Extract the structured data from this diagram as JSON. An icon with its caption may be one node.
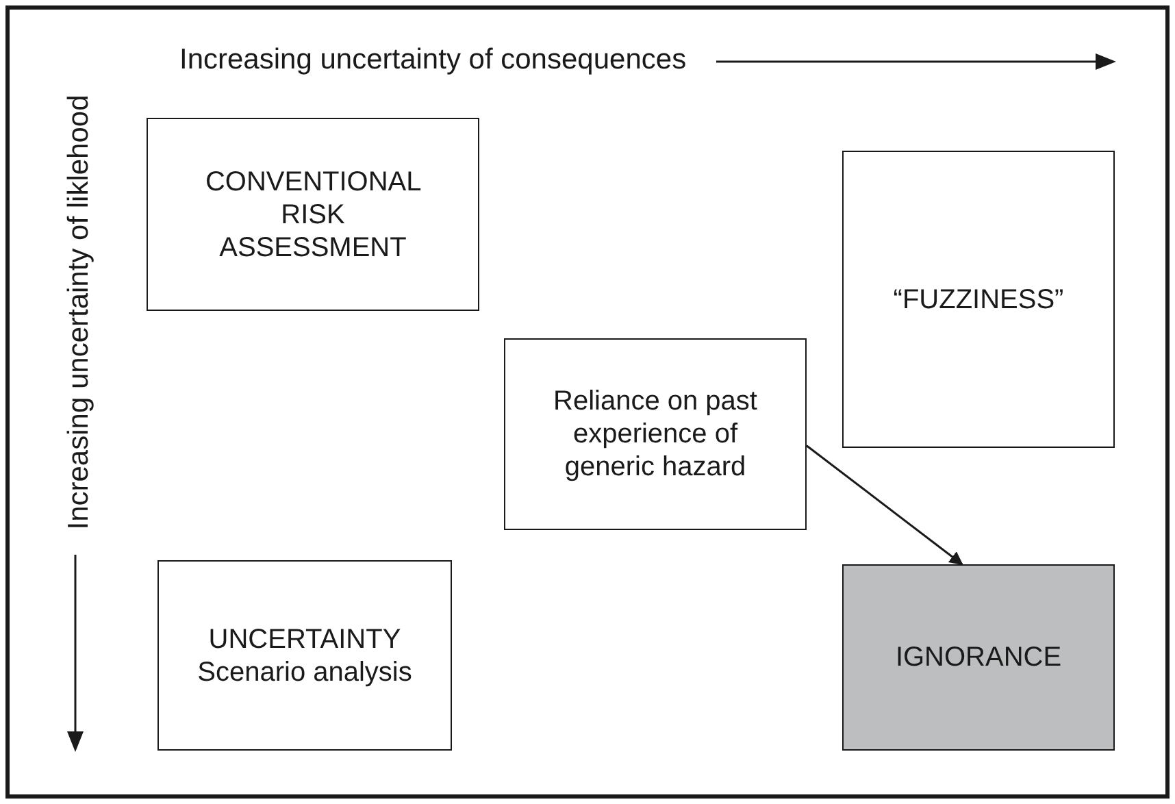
{
  "diagram": {
    "nodes": [
      {
        "text": [
          "CONVENTIONAL RISK ASSESSMENT"
        ]
      },
      {
        "text": [
          "“FUZZINESS”"
        ]
      },
      {
        "text": [
          "Reliance on past experience of generic hazard"
        ]
      },
      {
        "text": [
          "UNCERTAINTY",
          "Scenario analysis"
        ]
      },
      {
        "text": [
          "IGNORANCE"
        ]
      }
    ],
    "edges": [
      {
        "from": 2,
        "to": 4,
        "arrow": "to"
      }
    ],
    "labels": [
      "Increasing uncertainty of consequences",
      "Increasing uncertainty of liklehood"
    ]
  }
}
